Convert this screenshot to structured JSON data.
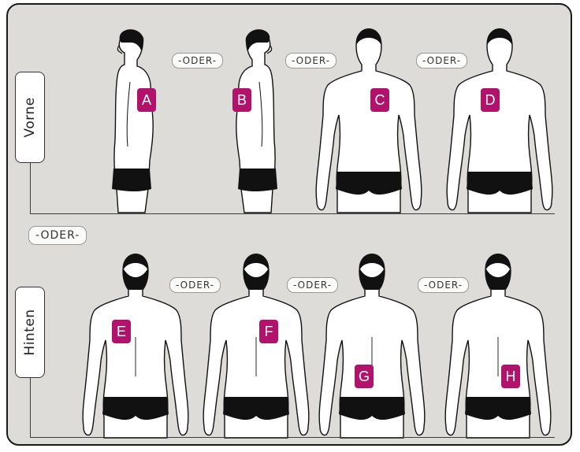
{
  "rows": {
    "front_label": "Vorne",
    "back_label": "Hinten"
  },
  "separators": {
    "or_text": "-ODER-",
    "row_or_text": "-ODER-"
  },
  "sites": {
    "front": [
      "A",
      "B",
      "C",
      "D"
    ],
    "back": [
      "E",
      "F",
      "G",
      "H"
    ]
  },
  "colors": {
    "panel": "#dddcd9",
    "marker": "#b1126b",
    "underwear": "#111111",
    "hair": "#111111"
  }
}
